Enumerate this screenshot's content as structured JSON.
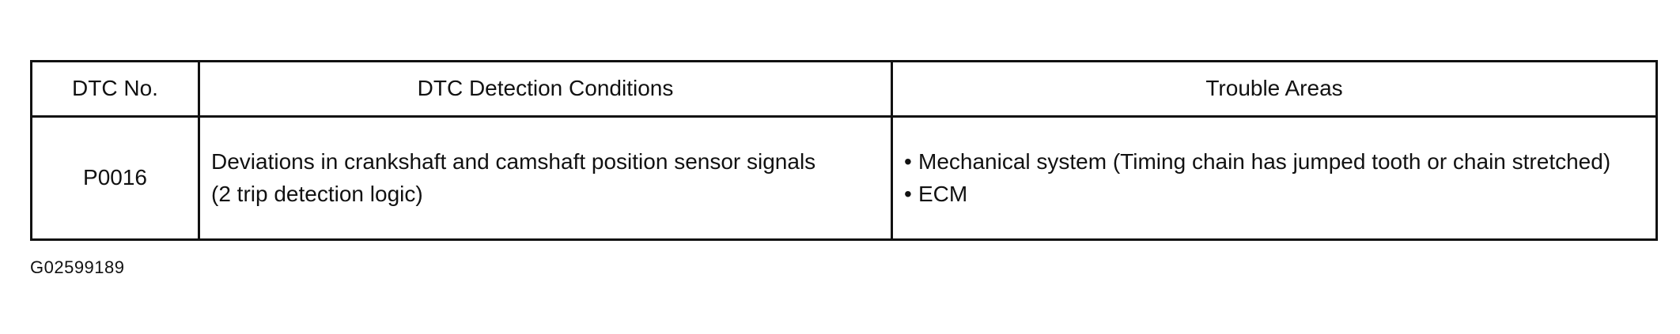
{
  "table": {
    "headers": [
      "DTC No.",
      "DTC Detection Conditions",
      "Trouble Areas"
    ],
    "rows": [
      {
        "dtc_no": "P0016",
        "conditions": [
          "Deviations in crankshaft and camshaft position sensor signals",
          "(2 trip detection logic)"
        ],
        "trouble_areas": [
          "Mechanical system (Timing chain has jumped tooth or chain stretched)",
          "ECM"
        ]
      }
    ]
  },
  "figure_id": "G02599189"
}
